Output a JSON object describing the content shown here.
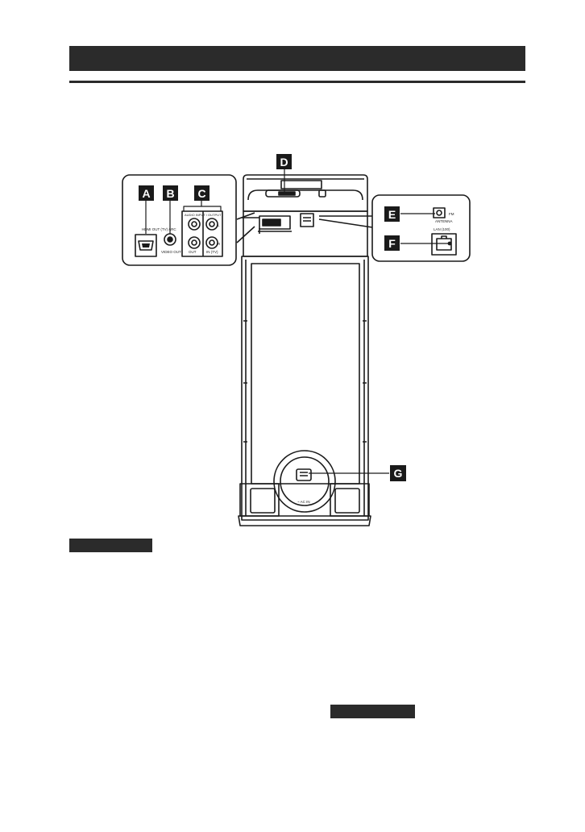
{
  "callouts": {
    "a": "A",
    "b": "B",
    "c": "C",
    "d": "D",
    "e": "E",
    "f": "F",
    "g": "G"
  },
  "ports": {
    "hdmi": "HDMI OUT (TV) ARC",
    "video": "VIDEO OUT",
    "audio_header": "AUDIO INPUT / OUTPUT",
    "audio_out": "OUT",
    "audio_in": "IN (TV)",
    "channel_l": "L",
    "channel_r": "R",
    "fm": "FM",
    "antenna": "ANTENNA",
    "lan": "LAN (100)",
    "ac_in": "~ AC IN"
  }
}
